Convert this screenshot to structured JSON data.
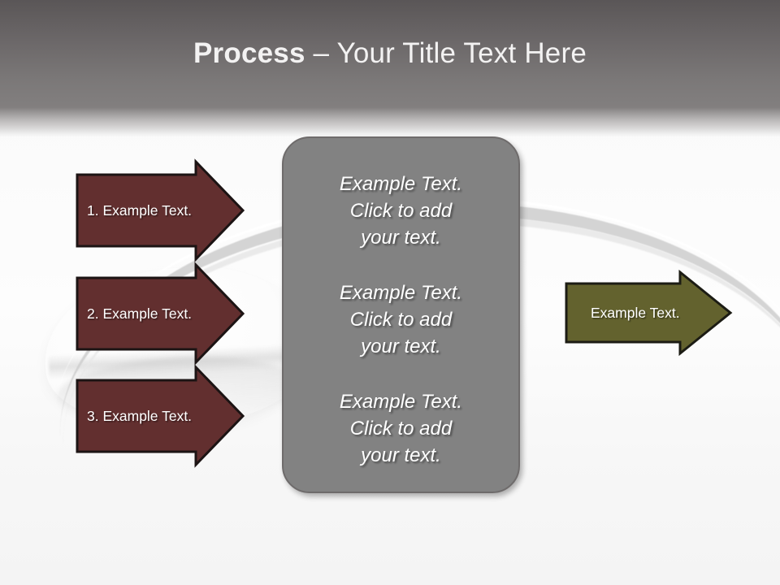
{
  "slide": {
    "title_strong": "Process ",
    "title_rest": "– Your Title Text Here",
    "background_description": "spoon-photo-background",
    "colors": {
      "header_top": "#5a5657",
      "header_bottom": "#827f7f",
      "maroon_arrow": "#622f2f",
      "maroon_arrow_border": "#1c1414",
      "olive_arrow": "#63622e",
      "olive_arrow_border": "#1c1c14",
      "panel_fill": "#828282",
      "panel_border": "#6e6b6b",
      "text_light": "#ffffff"
    }
  },
  "input_arrows": [
    {
      "label": "1. Example Text."
    },
    {
      "label": "2. Example Text."
    },
    {
      "label": "3. Example Text."
    }
  ],
  "center_panel": {
    "blocks": [
      "Example Text.\nClick  to add\nyour text.",
      "Example Text.\nClick  to add\nyour text.",
      "Example Text.\nClick  to add\nyour text."
    ]
  },
  "output_arrow": {
    "label": "Example Text."
  }
}
